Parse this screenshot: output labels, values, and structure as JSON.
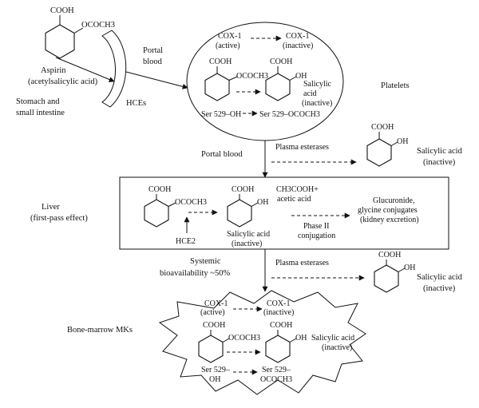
{
  "aspirin": {
    "cooh": "COOH",
    "oacetyl": "OCOCH3",
    "name": "Aspirin",
    "subname": "(acetylsalicylic acid)",
    "site_line1": "Stomach and",
    "site_line2": "small intestine",
    "hces": "HCEs"
  },
  "portal": {
    "label1_a": "Portal",
    "label1_b": "blood",
    "label2": "Portal blood"
  },
  "platelets": {
    "label": "Platelets",
    "cox_active_a": "COX-1",
    "cox_active_b": "(active)",
    "cox_inactive_a": "COX-1",
    "cox_inactive_b": "(inactive)",
    "cooh1": "COOH",
    "oacetyl": "OCOCH3",
    "cooh2": "COOH",
    "oh": "OH",
    "sal_a": "Salicylic",
    "sal_b": "acid",
    "sal_c": "(inactive)",
    "ser_oh": "Ser 529–OH",
    "ser_oacetyl": "Ser 529–OCOCH3"
  },
  "esterase1": {
    "label": "Plasma esterases",
    "cooh": "COOH",
    "oh": "OH",
    "product_a": "Salicylic acid",
    "product_b": "(inactive)"
  },
  "liver": {
    "label_a": "Liver",
    "label_b": "(first-pass effect)",
    "cooh1": "COOH",
    "oacetyl": "OCOCH3",
    "hce2": "HCE2",
    "cooh2": "COOH",
    "oh": "OH",
    "acetic_a": "CH3COOH+",
    "acetic_b": "acetic acid",
    "sal_a": "Salicylic acid",
    "sal_b": "(inactive)",
    "phase_a": "Phase II",
    "phase_b": "conjugation",
    "gluc_a": "Glucuronide,",
    "gluc_b": "glycine conjugates",
    "gluc_c": "(kidney excretion)"
  },
  "systemic": {
    "label_a": "Systemic",
    "label_b": "bioavailability ~50%"
  },
  "esterase2": {
    "label": "Plasma esterases",
    "cooh": "COOH",
    "oh": "OH",
    "product_a": "Salicylic acid",
    "product_b": "(inactive)"
  },
  "marrow": {
    "label": "Bone-marrow MKs",
    "cox_active_a": "COX-1",
    "cox_active_b": "(active)",
    "cox_inactive_a": "COX-1",
    "cox_inactive_b": "(inactive)",
    "cooh1": "COOH",
    "oacetyl": "OCOCH3",
    "cooh2": "COOH",
    "oh": "OH",
    "sal_a": "Salicylic acid",
    "sal_b": "(inactive)",
    "ser_oh_a": "Ser 529–",
    "ser_oh_b": "OH",
    "ser_oacetyl_a": "Ser 529–",
    "ser_oacetyl_b": "OCOCH3"
  }
}
